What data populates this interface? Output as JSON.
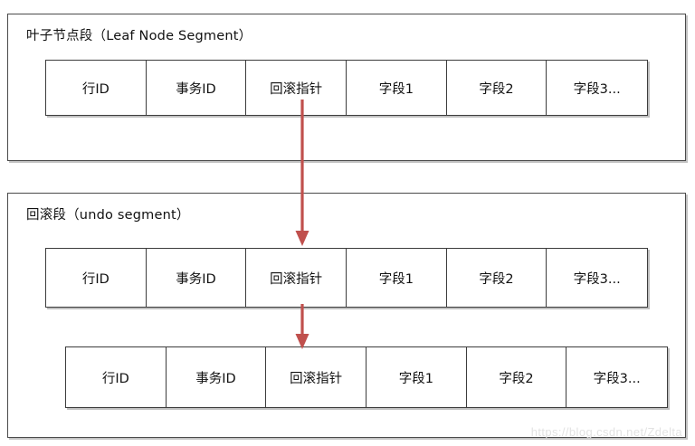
{
  "diagram": {
    "title_color": "#111111",
    "arrow_color": "#c0504d",
    "border_color": "#3c3c3c",
    "watermark": "https://blog.csdn.net/Zdelta",
    "columns": [
      "行ID",
      "事务ID",
      "回滚指针",
      "字段1",
      "字段2",
      "字段3..."
    ],
    "segments": [
      {
        "key": "leaf",
        "title": "叶子节点段（Leaf Node Segment）",
        "rows": [
          {
            "key": "leaf-row",
            "cells": [
              "行ID",
              "事务ID",
              "回滚指针",
              "字段1",
              "字段2",
              "字段3..."
            ]
          }
        ]
      },
      {
        "key": "undo",
        "title": "回滚段（undo segment）",
        "rows": [
          {
            "key": "undo-row-1",
            "cells": [
              "行ID",
              "事务ID",
              "回滚指针",
              "字段1",
              "字段2",
              "字段3..."
            ]
          },
          {
            "key": "undo-row-2",
            "cells": [
              "行ID",
              "事务ID",
              "回滚指针",
              "字段1",
              "字段2",
              "字段3..."
            ]
          }
        ]
      }
    ],
    "arrows": [
      {
        "key": "leaf-to-undo",
        "from": "叶子节点段 回滚指针",
        "to": "回滚段 第一行 回滚指针",
        "direction": "down"
      },
      {
        "key": "undo-to-child",
        "from": "回滚段 第一行 回滚指针",
        "to": "回滚段 第二行 回滚指针",
        "direction": "down"
      }
    ]
  }
}
